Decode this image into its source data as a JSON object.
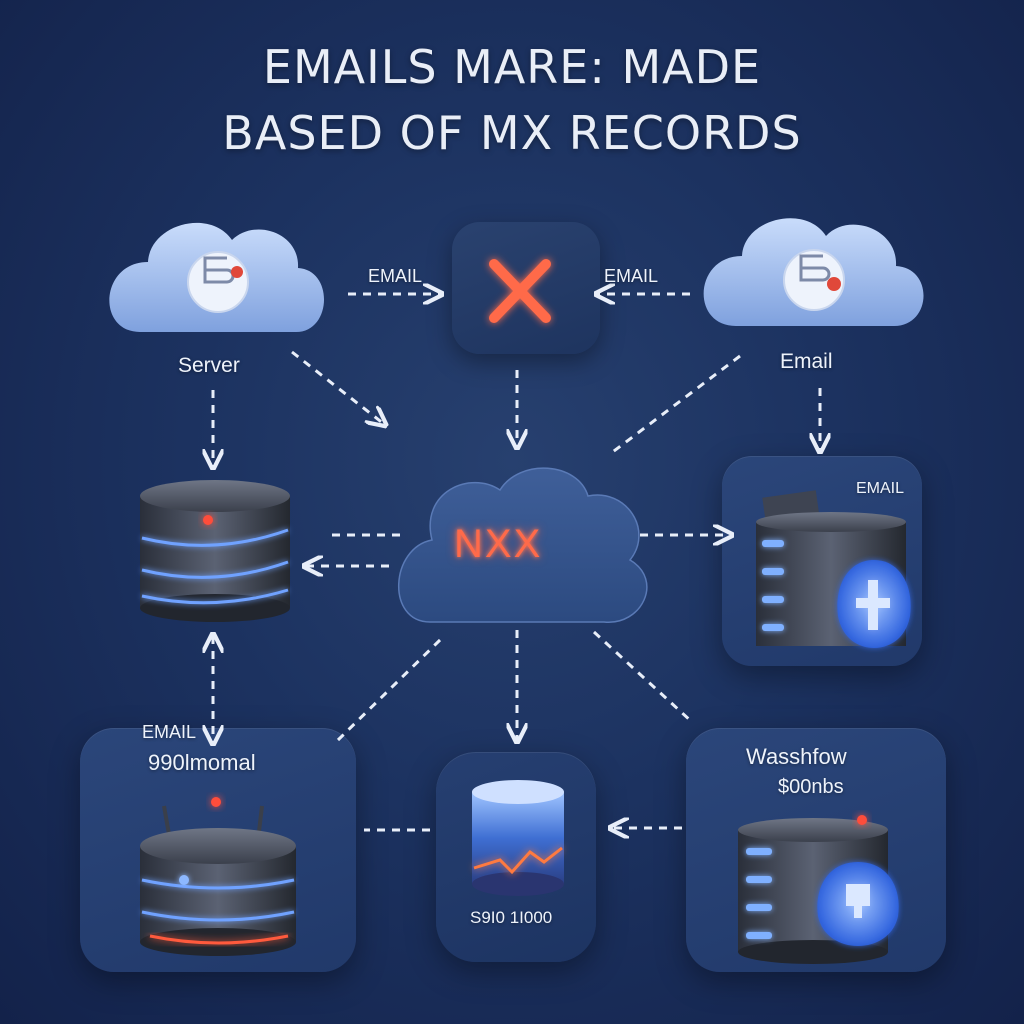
{
  "title": {
    "line1": "EMAILS MARE: MADE",
    "line2": "BASED OF MX RECORDS"
  },
  "labels": {
    "email_top_left": "EMAIL",
    "email_top_right": "EMAIL",
    "server": "Server",
    "email_right": "Email",
    "email_right_server": "EMAIL",
    "center_node": "NXX",
    "bottom_left_email": "EMAIL",
    "bottom_left_value": "990lmomal",
    "bottom_right_title": "Wasshfow",
    "bottom_right_value": "$00nbs",
    "bottom_center_value": "S9I0 1I000"
  },
  "icons": {
    "cloud_left": "cloud-mail-icon",
    "cloud_right": "cloud-mail-icon",
    "blocked": "red-x-icon",
    "database": "database-server-icon",
    "security": "shield-icon"
  },
  "colors": {
    "background": "#1c3260",
    "accent_red": "#ff5a3c",
    "accent_blue": "#4f8dff",
    "arrow": "#e8eef9"
  }
}
